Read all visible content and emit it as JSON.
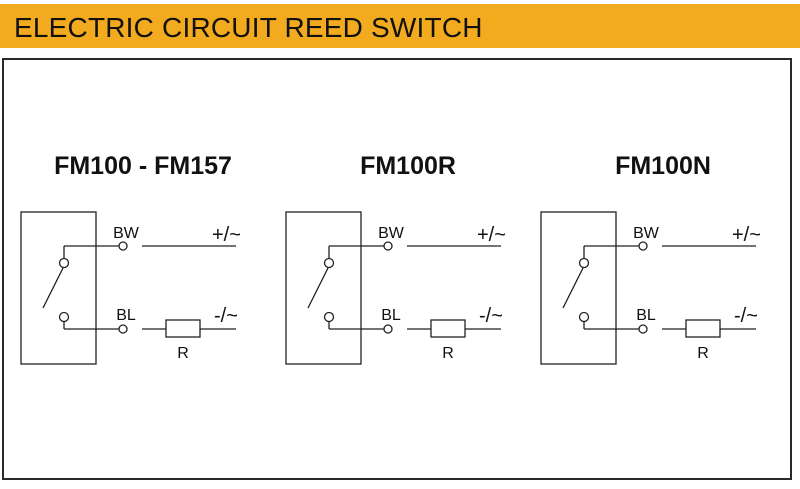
{
  "header": {
    "title": "ELECTRIC CIRCUIT REED SWITCH",
    "color": "#f2aa1e"
  },
  "circuits": [
    {
      "model": "FM100 - FM157",
      "top_wire": "BW",
      "bottom_wire": "BL",
      "top_polarity": "+/~",
      "bottom_polarity": "-/~",
      "resistor": "R"
    },
    {
      "model": "FM100R",
      "top_wire": "BW",
      "bottom_wire": "BL",
      "top_polarity": "+/~",
      "bottom_polarity": "-/~",
      "resistor": "R"
    },
    {
      "model": "FM100N",
      "top_wire": "BW",
      "bottom_wire": "BL",
      "top_polarity": "+/~",
      "bottom_polarity": "-/~",
      "resistor": "R"
    }
  ]
}
